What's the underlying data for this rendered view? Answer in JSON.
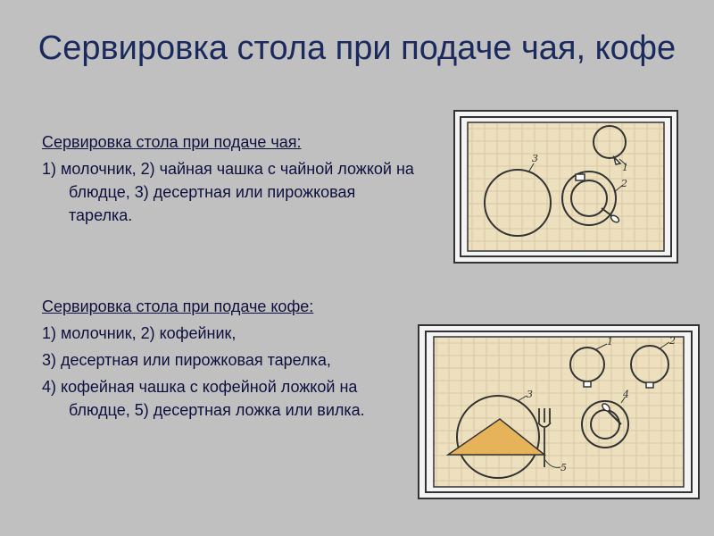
{
  "slide": {
    "title": "Сервировка стола при подаче чая, кофе"
  },
  "tea": {
    "heading": "Сервировка стола при подаче чая:",
    "items": [
      "1) молочник, 2) чайная чашка с чайной ложкой на блюдце, 3) десертная или пирожковая тарелка."
    ],
    "diagram_labels": [
      "3",
      "1",
      "2"
    ]
  },
  "coffee": {
    "heading": "Сервировка стола при подаче кофе:",
    "items": [
      "1) молочник, 2) кофейник,",
      "3) десертная или пирожковая тарелка,",
      "4) кофейная чашка с кофейной ложкой на блюдце, 5) десертная ложка или вилка."
    ],
    "diagram_labels": [
      "1",
      "2",
      "3",
      "4",
      "5"
    ]
  },
  "colors": {
    "background": "#c0c0c0",
    "title": "#1a2a5e",
    "text": "#101040",
    "tablecloth": "#ece0bf",
    "napkin": "#e6b25a"
  }
}
